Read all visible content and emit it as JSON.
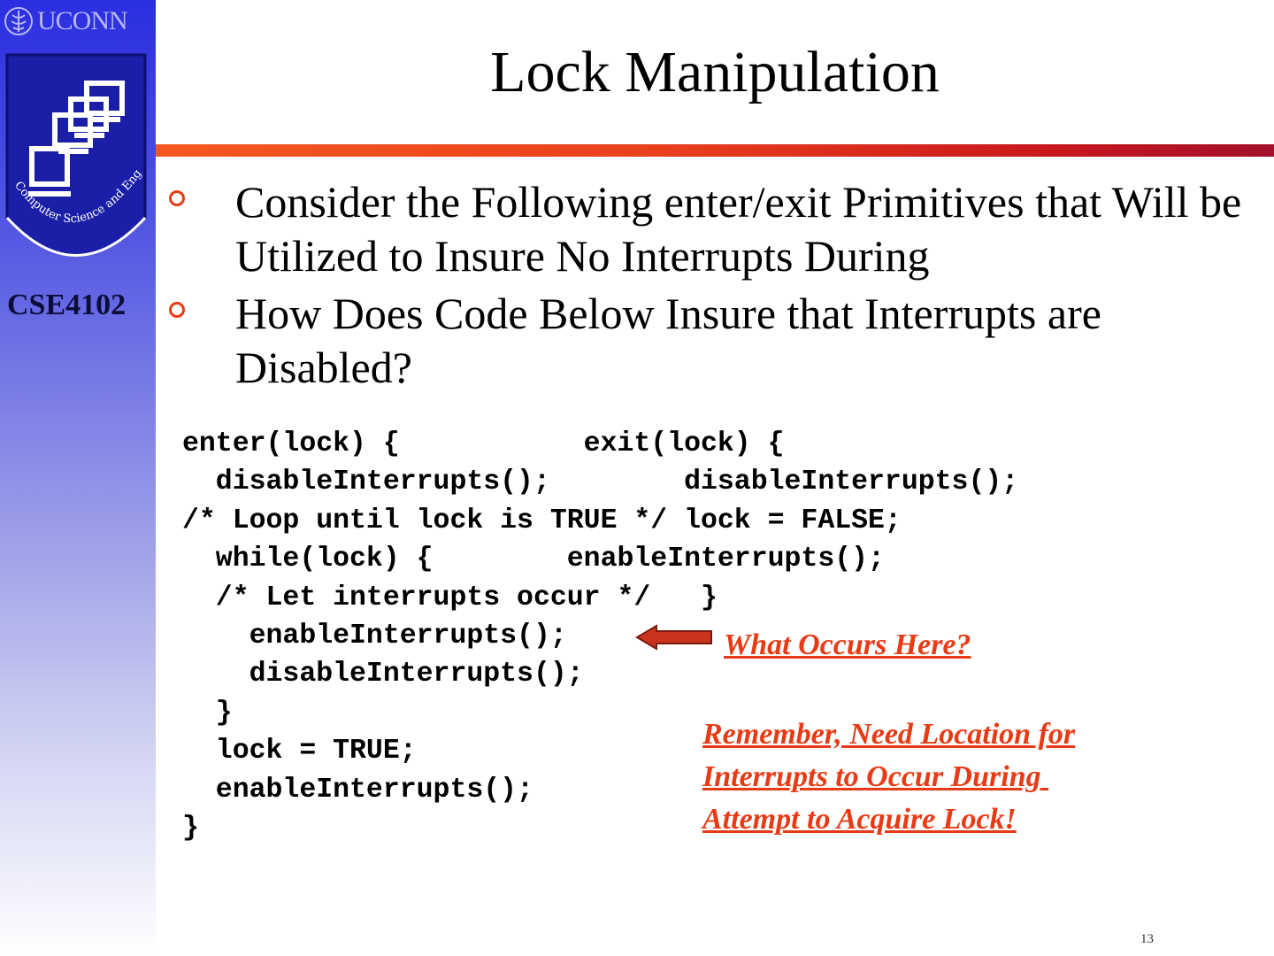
{
  "sidebar": {
    "university_logo_text": "UCONN",
    "department_logo_text": "Computer Science and Engineering",
    "course_label": "CSE4102"
  },
  "slide": {
    "title": "Lock Manipulation",
    "bullets": [
      {
        "text": "Consider the Following enter/exit Primitives that Will be Utilized to Insure No Interrupts During"
      },
      {
        "text": "How Does Code Below Insure that Interrupts are Disabled?"
      }
    ],
    "code_lines": [
      "enter(lock) {           exit(lock) {",
      "  disableInterrupts();        disableInterrupts();",
      "/* Loop until lock is TRUE */ lock = FALSE;",
      "  while(lock) {        enableInterrupts();",
      "  /* Let interrupts occur */   }",
      "    enableInterrupts();",
      "    disableInterrupts();",
      "  }",
      "  lock = TRUE;",
      "  enableInterrupts();",
      "}"
    ],
    "callout_question": "What Occurs Here?",
    "callout_note_lines": [
      "Remember, Need Location for",
      "Interrupts to Occur During ",
      "Attempt to Acquire Lock!"
    ],
    "page_number": "13"
  },
  "colors": {
    "sidebar_top": "#2a2ee0",
    "accent_rule": "#e8401e",
    "callout_text": "#e83a14",
    "arrow_fill": "#c8341c",
    "bullet_marker": "#e83a14"
  },
  "icons": {
    "bullet": "hollow-circle-bullet-icon",
    "arrow": "left-arrow-icon",
    "department_logo": "stacked-computers-logo",
    "seal": "uconn-seal-icon"
  }
}
